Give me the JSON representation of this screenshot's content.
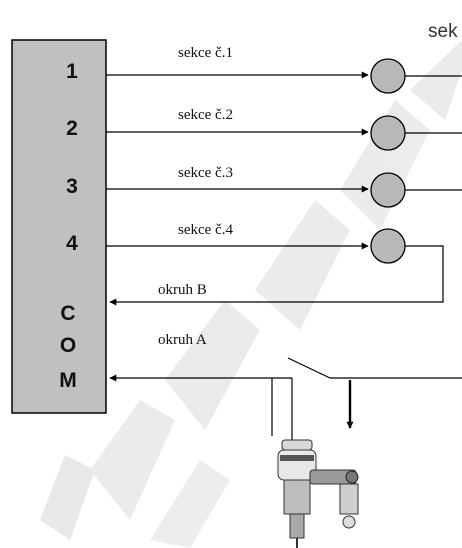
{
  "terminals": [
    "1",
    "2",
    "3",
    "4",
    "C",
    "O",
    "M"
  ],
  "wire_labels": {
    "section_1": "sekce č.1",
    "section_2": "sekce č.2",
    "section_3": "sekce č.3",
    "section_4": "sekce č.4",
    "circuit_b": "okruh B",
    "circuit_a": "okruh A"
  },
  "corner_label": "sek",
  "colors": {
    "box_fill": "#c0c0c0",
    "valve_fill": "#b8b8b8",
    "wire": "#000000",
    "watermark": "#d6d6d6"
  },
  "icons": {
    "valve": "solenoid-valve-icon",
    "sensor": "rain-sensor-icon"
  }
}
